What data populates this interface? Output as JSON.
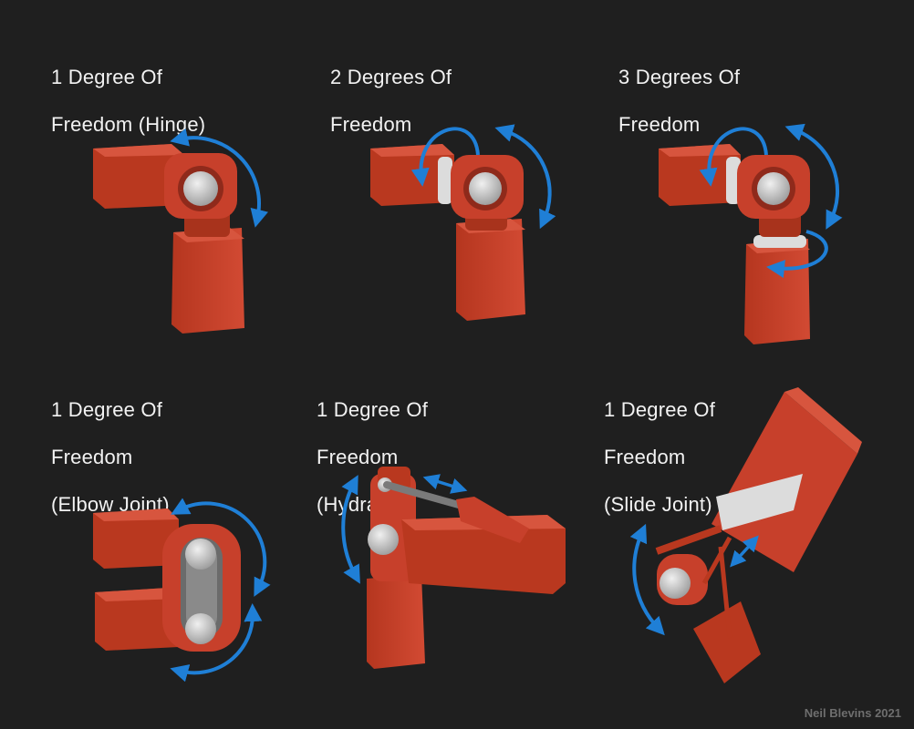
{
  "labels": [
    {
      "l1": "1 Degree Of",
      "l2": "Freedom (Hinge)",
      "l3": ""
    },
    {
      "l1": "2 Degrees Of",
      "l2": "Freedom",
      "l3": ""
    },
    {
      "l1": "3 Degrees Of",
      "l2": "Freedom",
      "l3": ""
    },
    {
      "l1": "1 Degree Of",
      "l2": "Freedom",
      "l3": "(Elbow Joint)"
    },
    {
      "l1": "1 Degree Of",
      "l2": "Freedom",
      "l3": "(Hydraulic)"
    },
    {
      "l1": "1 Degree Of",
      "l2": "Freedom",
      "l3": "(Slide Joint)"
    }
  ],
  "credit": "Neil Blevins 2021",
  "colors": {
    "background": "#1f1f1f",
    "joint_red": "#c7402b",
    "joint_red_dark": "#8f2a1b",
    "joint_red_light": "#e0604a",
    "pin_grey": "#bdbdbd",
    "arrow_blue": "#1f7fd6"
  }
}
